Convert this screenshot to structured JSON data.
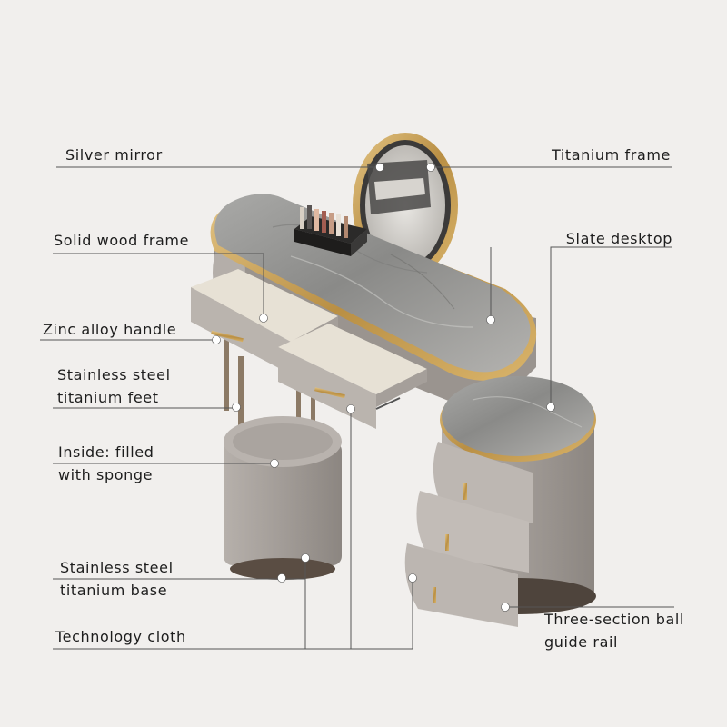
{
  "labels": {
    "silver_mirror": "Silver mirror",
    "titanium_frame": "Titanium frame",
    "solid_wood_frame": "Solid wood frame",
    "slate_desktop": "Slate desktop",
    "zinc_alloy_handle": "Zinc alloy handle",
    "stainless_feet_line1": "Stainless steel",
    "stainless_feet_line2": "titanium feet",
    "inside_line1": "Inside: filled",
    "inside_line2": "with sponge",
    "stainless_base_line1": "Stainless steel",
    "stainless_base_line2": "titanium base",
    "technology_cloth": "Technology cloth",
    "guide_rail_line1": "Three-section ball",
    "guide_rail_line2": "guide rail"
  },
  "colors": {
    "background": "#f1efed",
    "leader_line": "#555555",
    "text": "#1d1d1d",
    "fabric": "#a9a39e",
    "fabric_dark": "#8e8883",
    "marble": "#8d8d8d",
    "gold": "#c6a15a",
    "drawer_inside": "#e7e1d5"
  },
  "icons": [
    "makeup-organizer-icon"
  ]
}
